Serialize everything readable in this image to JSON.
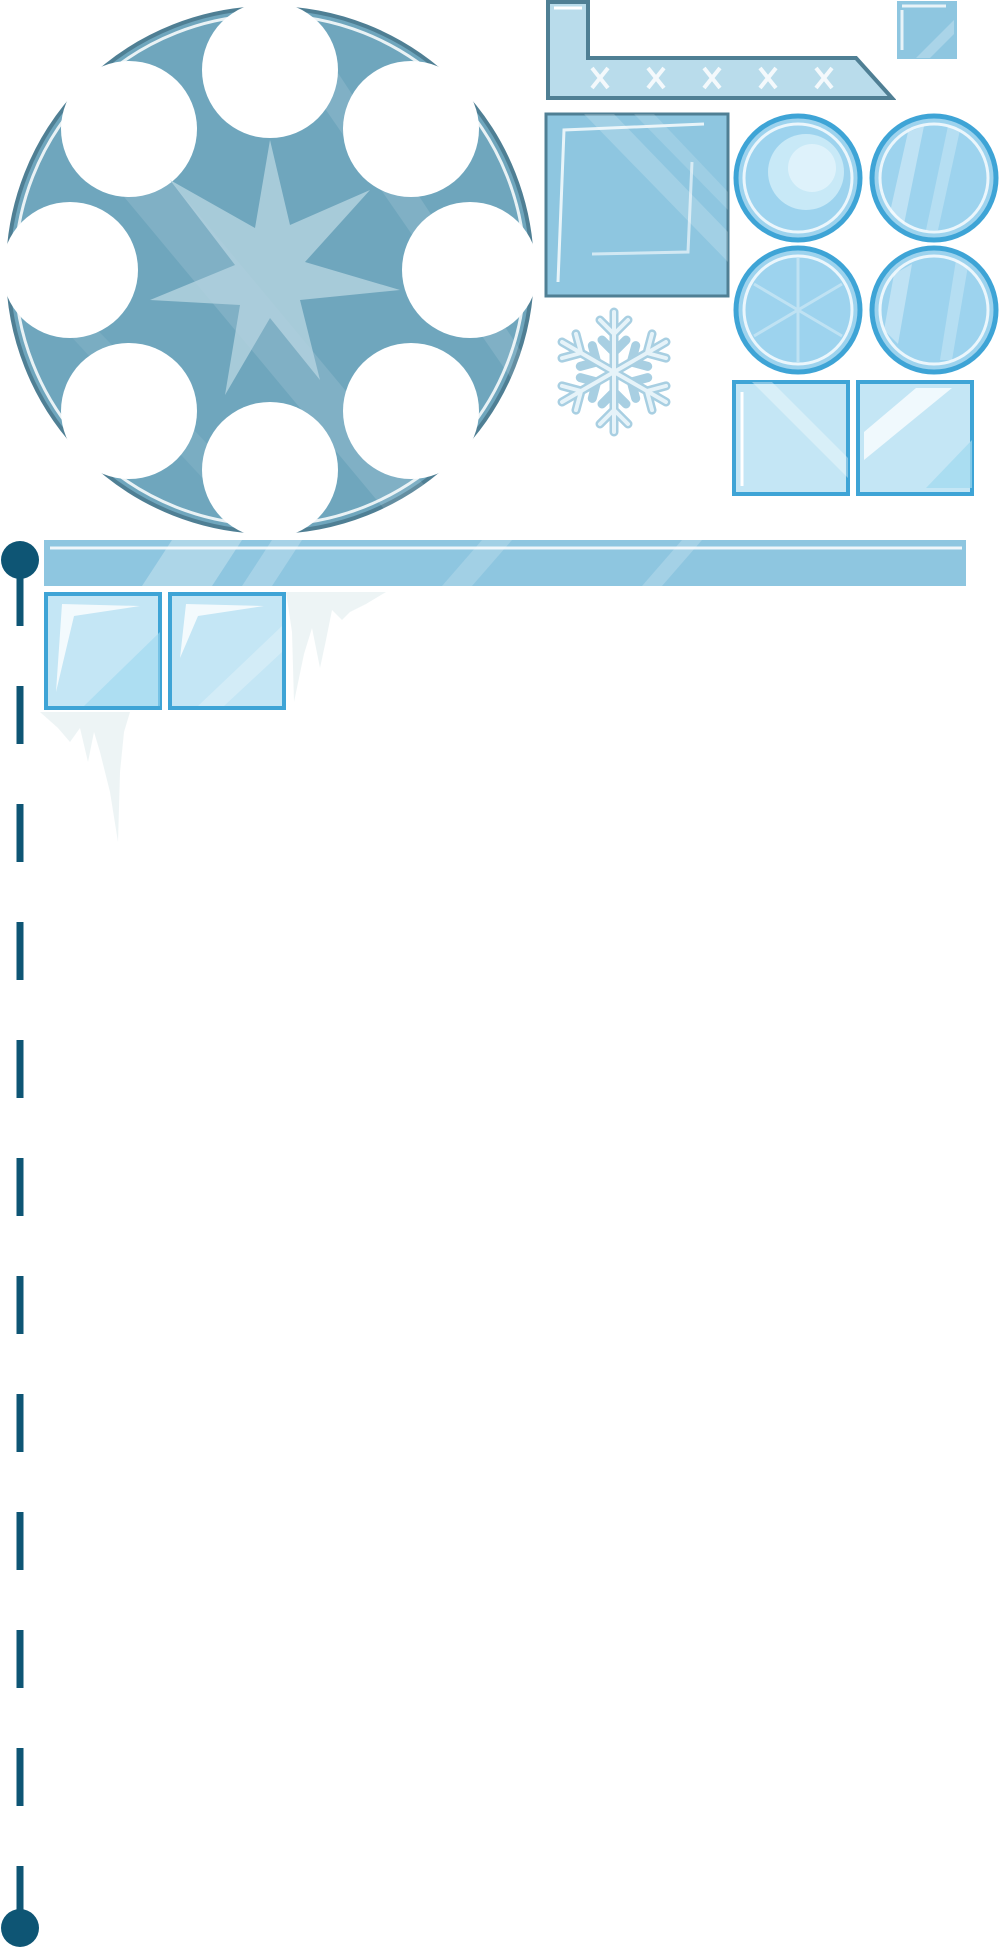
{
  "sheet": {
    "kind": "ice-theme-sprite-sheet",
    "background": "#ffffff",
    "colors": {
      "ice_dark": "#6fa6bd",
      "ice_mid": "#8ec6e0",
      "ice_light": "#c4e6f5",
      "outline": "#4f7f94",
      "bright_outline": "#3ea4d6",
      "guide": "#0e5574"
    }
  },
  "sprites": [
    {
      "name": "gear-shaped-ice-platform",
      "icon": "gear-icon"
    },
    {
      "name": "l-shaped-ice-bar-with-x-marks",
      "icon": "l-bar-icon"
    },
    {
      "name": "small-ice-cube-tile",
      "icon": "square-icon"
    },
    {
      "name": "large-ice-block",
      "icon": "square-icon"
    },
    {
      "name": "ice-orb",
      "icon": "circle-icon"
    },
    {
      "name": "snowflake",
      "icon": "snowflake-icon"
    },
    {
      "name": "ice-square-tile",
      "icon": "square-icon"
    },
    {
      "name": "long-ice-bar-platform",
      "icon": "bar-icon"
    },
    {
      "name": "icicles",
      "icon": "icicle-icon"
    },
    {
      "name": "dashed-guide-line",
      "icon": "dashed-line-icon"
    }
  ]
}
